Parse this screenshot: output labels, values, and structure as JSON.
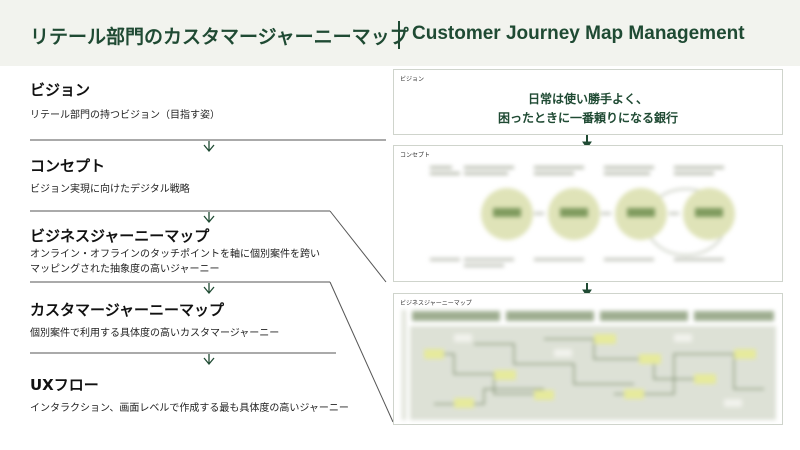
{
  "header": {
    "title_jp": "リテール部門のカスタマージャーニーマップ",
    "title_en": "Customer Journey Map Management"
  },
  "levels": [
    {
      "title": "ビジョン",
      "desc": [
        "リテール部門の持つビジョン（目指す姿）"
      ]
    },
    {
      "title": "コンセプト",
      "desc": [
        "ビジョン実現に向けたデジタル戦略"
      ]
    },
    {
      "title": "ビジネスジャーニーマップ",
      "desc": [
        "オンライン・オフラインのタッチポイントを軸に個別案件を跨い",
        "マッピングされた抽象度の高いジャーニー"
      ]
    },
    {
      "title": "カスタマージャーニーマップ",
      "desc": [
        "個別案件で利用する具体度の高いカスタマージャーニー"
      ]
    },
    {
      "title": "UXフロー",
      "desc": [
        "インタラクション、画面レベルで作成する最も具体度の高いジャーニー"
      ]
    }
  ],
  "panels": {
    "vision": {
      "label": "ビジョン",
      "text_line1": "日常は使い勝手よく、",
      "text_line2": "困ったときに一番頼りになる銀行"
    },
    "concept": {
      "label": "コンセプト"
    },
    "business_map": {
      "label": "ビジネスジャーニーマップ"
    }
  },
  "colors": {
    "brand": "#1f4a33",
    "accent_circle": "#d6dba5",
    "accent_circle_inner": "#7f9a5e"
  }
}
